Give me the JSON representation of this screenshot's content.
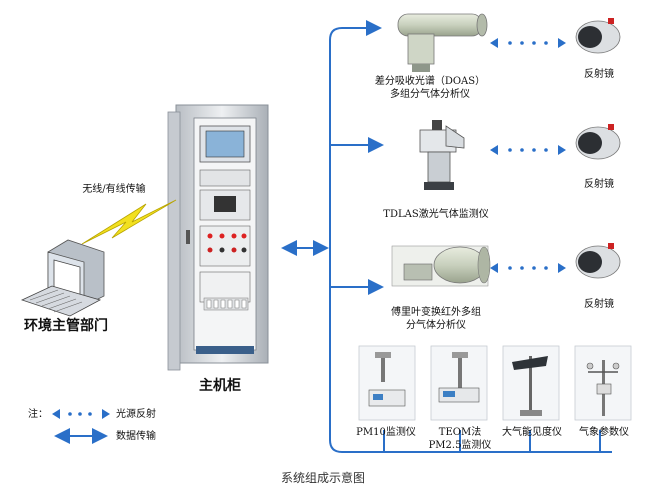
{
  "caption": "系统组成示意图",
  "cabinet": {
    "label": "主机柜"
  },
  "department": {
    "label": "环境主管部门"
  },
  "link": {
    "label": "无线/有线传输"
  },
  "instruments": {
    "doas": {
      "line1": "差分吸收光谱（DOAS）",
      "line2": "多组分气体分析仪"
    },
    "tdlas": {
      "label": "TDLAS激光气体监测仪"
    },
    "ftir": {
      "line1": "傅里叶变换红外多组",
      "line2": "分气体分析仪"
    },
    "pm10": {
      "label": "PM10监测仪"
    },
    "teom": {
      "line1": "TEOM法",
      "line2": "PM2.5监测仪"
    },
    "visibility": {
      "label": "大气能见度仪"
    },
    "weather": {
      "label": "气象参数仪"
    }
  },
  "reflectors": [
    {
      "label": "反射镜"
    },
    {
      "label": "反射镜"
    },
    {
      "label": "反射镜"
    }
  ],
  "legend": {
    "title": "注：",
    "light": "光源反射",
    "data": "数据传输"
  },
  "colors": {
    "accent": "#2a6fc8",
    "cabinet": "#d9dcdf",
    "instrument": "#c9d2c4"
  }
}
